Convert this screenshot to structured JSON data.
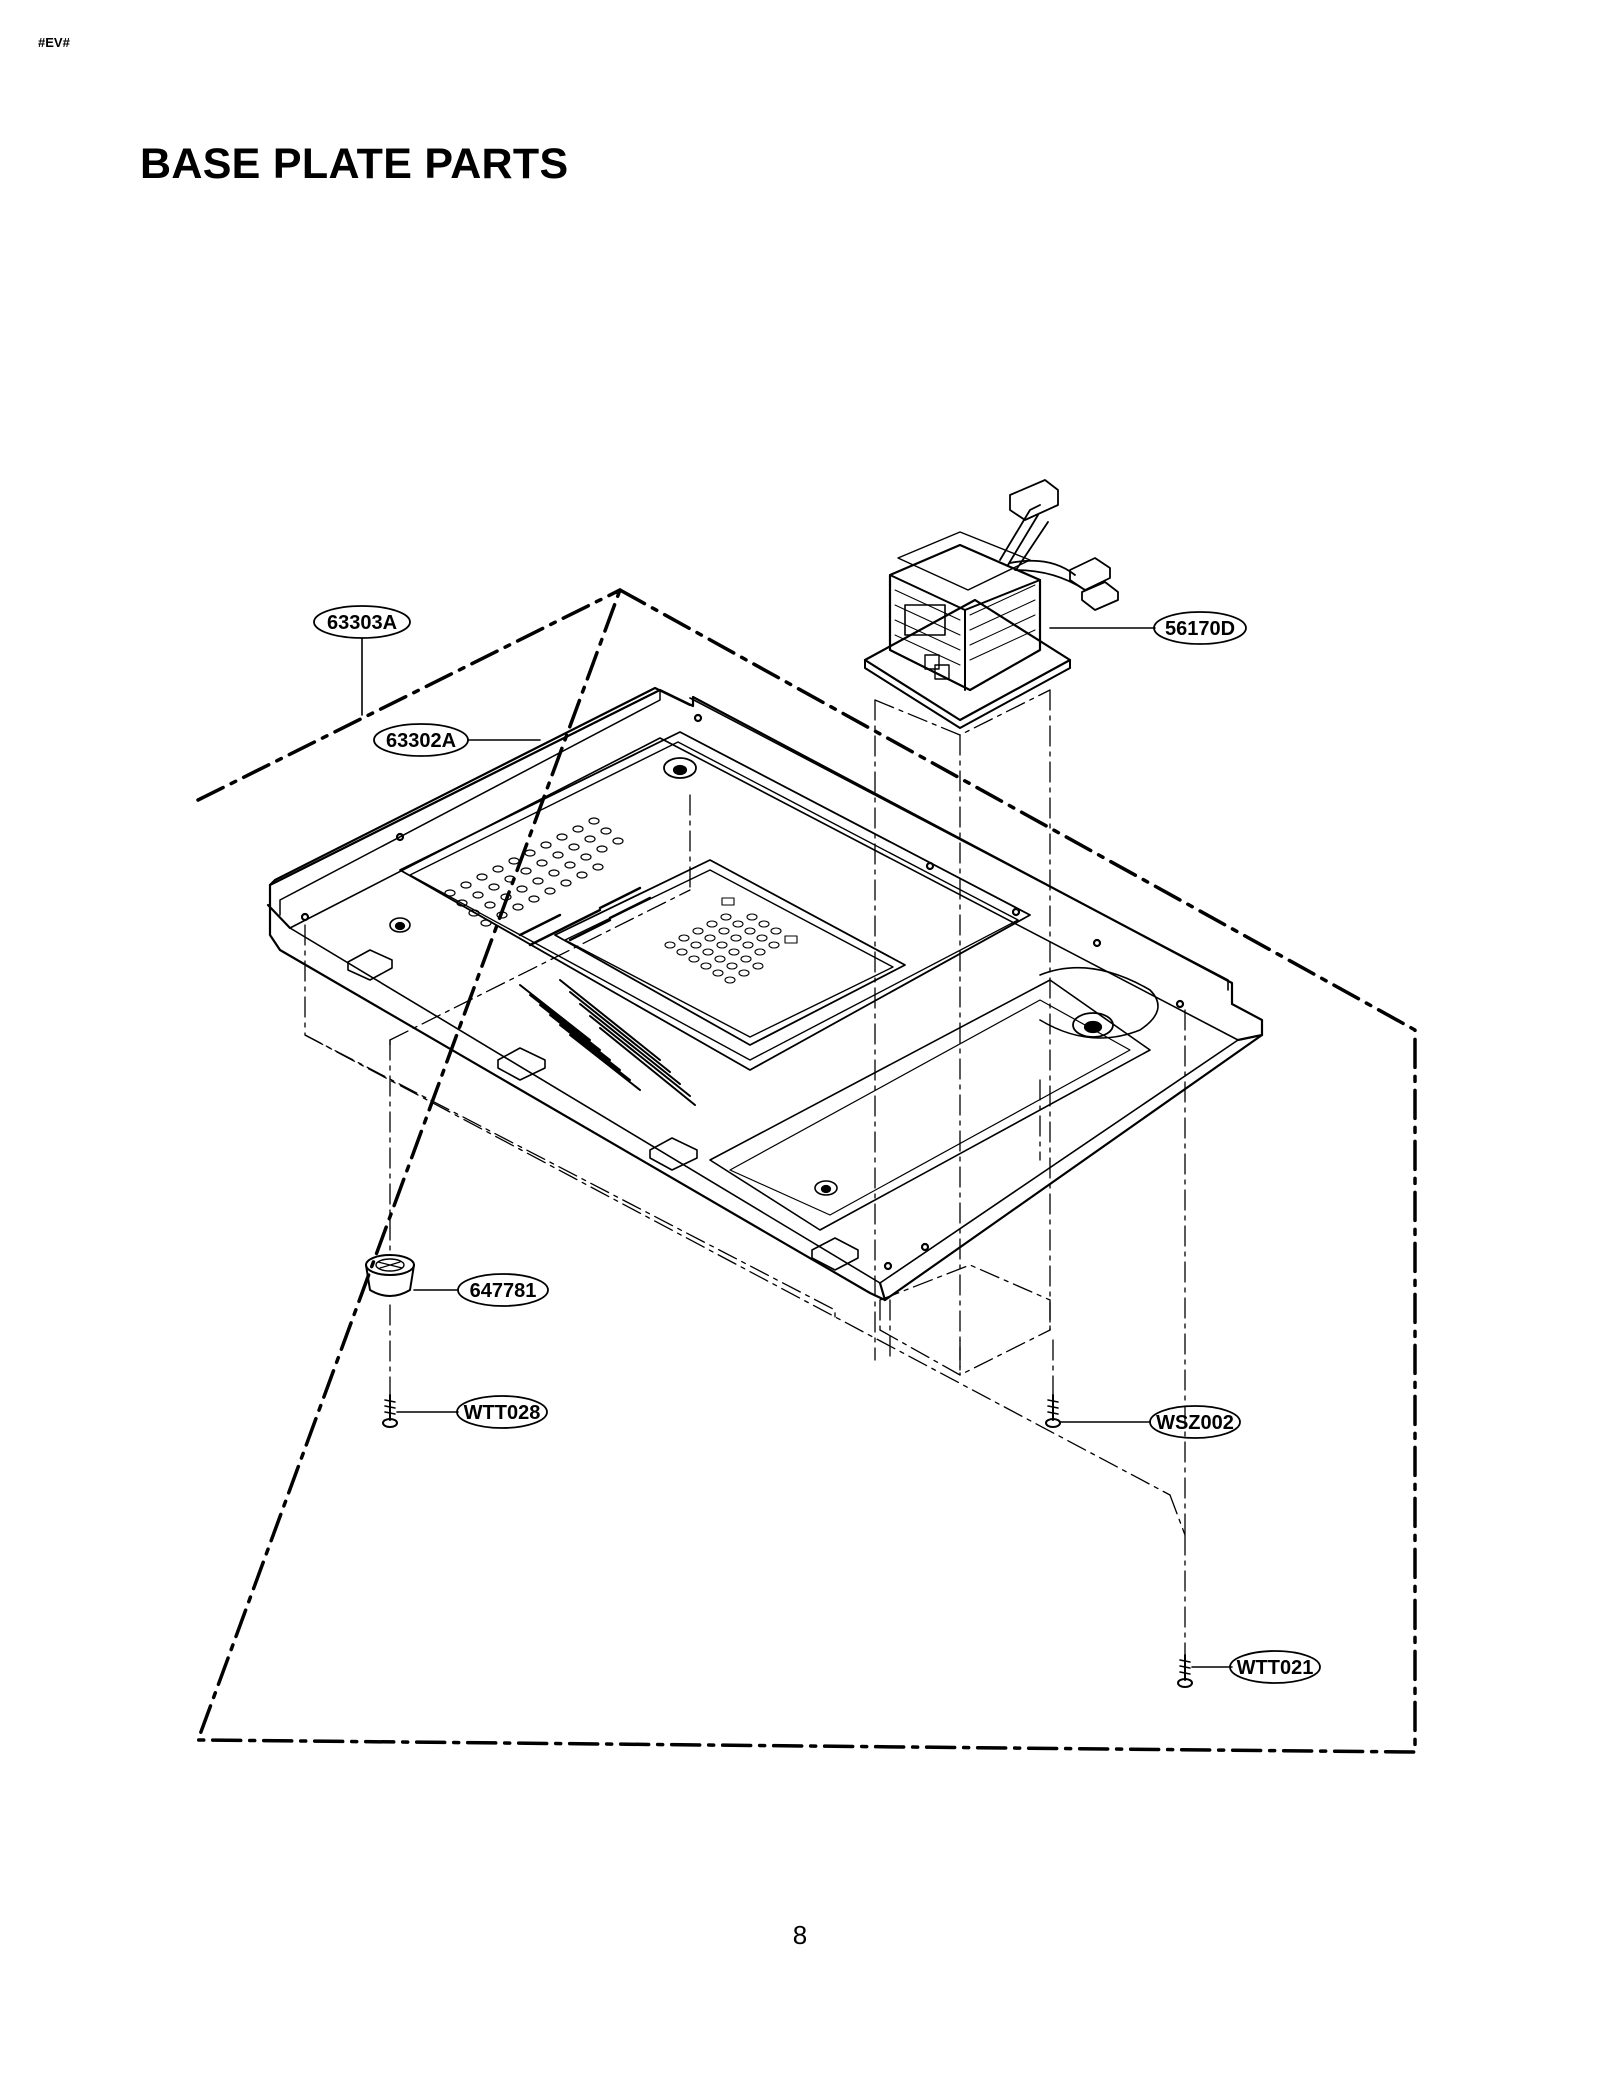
{
  "header": {
    "tag": "#EV#"
  },
  "page": {
    "title": "BASE PLATE PARTS",
    "number": "8"
  },
  "parts": {
    "p63303A": "63303A",
    "p63302A": "63302A",
    "p56170D": "56170D",
    "p647781": "647781",
    "pWTT028": "WTT028",
    "pWSZ002": "WSZ002",
    "pWTT021": "WTT021"
  }
}
